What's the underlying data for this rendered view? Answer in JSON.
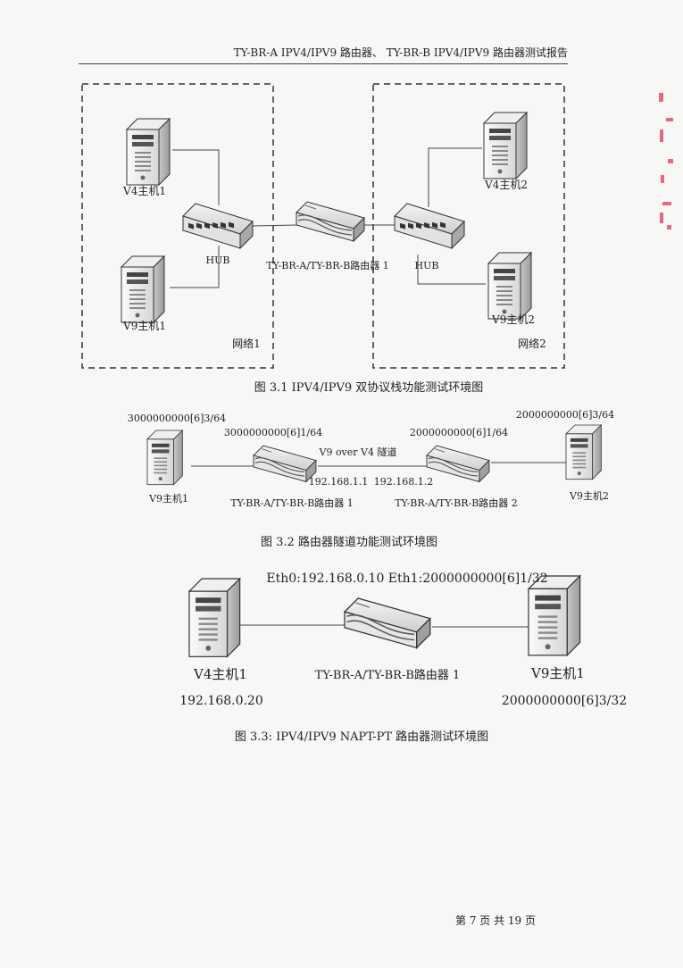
{
  "header": {
    "title": "TY-BR-A    IPV4/IPV9 路由器、  TY-BR-B    IPV4/IPV9 路由器测试报告"
  },
  "figure1": {
    "v4_host1": "V4主机1",
    "v9_host1": "V9主机1",
    "hub_left": "HUB",
    "router": "TY-BR-A/TY-BR-B路由器 1",
    "hub_right": "HUB",
    "v4_host2": "V4主机2",
    "v9_host2": "V9主机2",
    "network1": "网络1",
    "network2": "网络2",
    "caption": "图 3.1    IPV4/IPV9 双协议栈功能测试环境图"
  },
  "figure2": {
    "host1_addr": "3000000000[6]3/64",
    "host1_label": "V9主机1",
    "router1_addr": "3000000000[6]1/64",
    "tunnel_label": "V9 over V4 隧道",
    "router1_ipv4": "192.168.1.1",
    "router2_ipv4": "192.168.1.2",
    "router2_addr": "2000000000[6]1/64",
    "host2_addr": "2000000000[6]3/64",
    "host2_label": "V9主机2",
    "router1_label": "TY-BR-A/TY-BR-B路由器  1",
    "router2_label": "TY-BR-A/TY-BR-B路由器  2",
    "caption": "图 3.2    路由器隧道功能测试环境图"
  },
  "figure3": {
    "interfaces": "Eth0:192.168.0.10   Eth1:2000000000[6]1/32",
    "v4_host_label": "V4主机1",
    "router_label": "TY-BR-A/TY-BR-B路由器  1",
    "v9_host_label": "V9主机1",
    "v4_host_addr": "192.168.0.20",
    "v9_host_addr": "2000000000[6]3/32",
    "caption": "图 3.3: IPV4/IPV9 NAPT-PT 路由器测试环境图"
  },
  "footer": {
    "page": "第  7  页      共 19 页"
  }
}
